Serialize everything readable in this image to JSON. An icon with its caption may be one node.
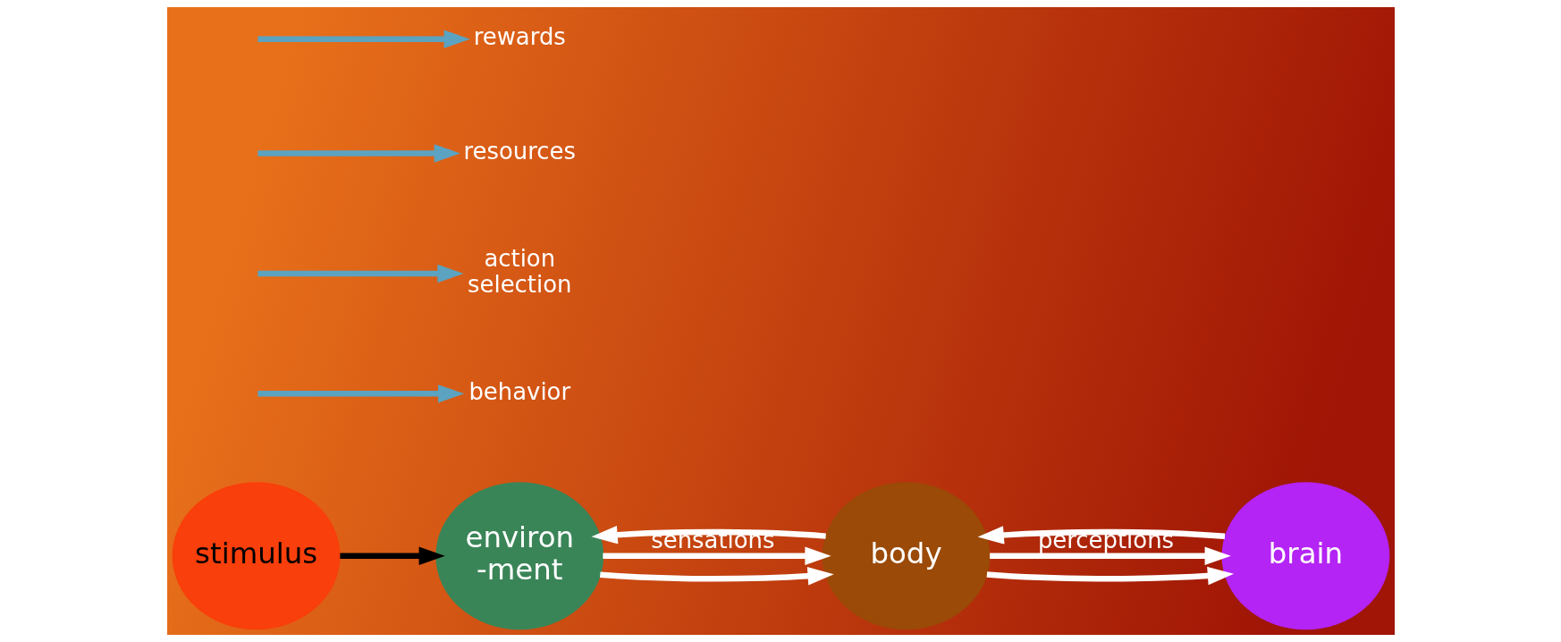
{
  "diagram": {
    "nodes": [
      {
        "text": [
          "stimulus"
        ]
      },
      {
        "text": [
          "environ -ment"
        ]
      },
      {
        "text": [
          "body"
        ]
      },
      {
        "text": [
          "brain"
        ]
      },
      {
        "text": [
          "behavior"
        ]
      },
      {
        "text": [
          "action selection"
        ]
      },
      {
        "text": [
          "resources"
        ]
      },
      {
        "text": [
          "rewards"
        ]
      }
    ],
    "edges": [
      {
        "from": 0,
        "to": 1,
        "arrow": "to",
        "color": "#000000"
      },
      {
        "from": 1,
        "to": 2,
        "arrow": "to",
        "label": "sensations"
      },
      {
        "from": 2,
        "to": 3,
        "arrow": "to",
        "label": "perceptions"
      },
      {
        "from": 2,
        "to": 1,
        "arrow": "to"
      },
      {
        "from": 3,
        "to": 2,
        "arrow": "to"
      },
      {
        "from": 1,
        "to": 2,
        "arrow": "to"
      },
      {
        "from": 2,
        "to": 3,
        "arrow": "to"
      },
      {
        "from": null,
        "to": 4,
        "arrow": "to",
        "color": "#5ba3c0"
      },
      {
        "from": null,
        "to": 5,
        "arrow": "to",
        "color": "#5ba3c0"
      },
      {
        "from": null,
        "to": 6,
        "arrow": "to",
        "color": "#5ba3c0"
      },
      {
        "from": null,
        "to": 7,
        "arrow": "to",
        "color": "#5ba3c0"
      }
    ]
  }
}
